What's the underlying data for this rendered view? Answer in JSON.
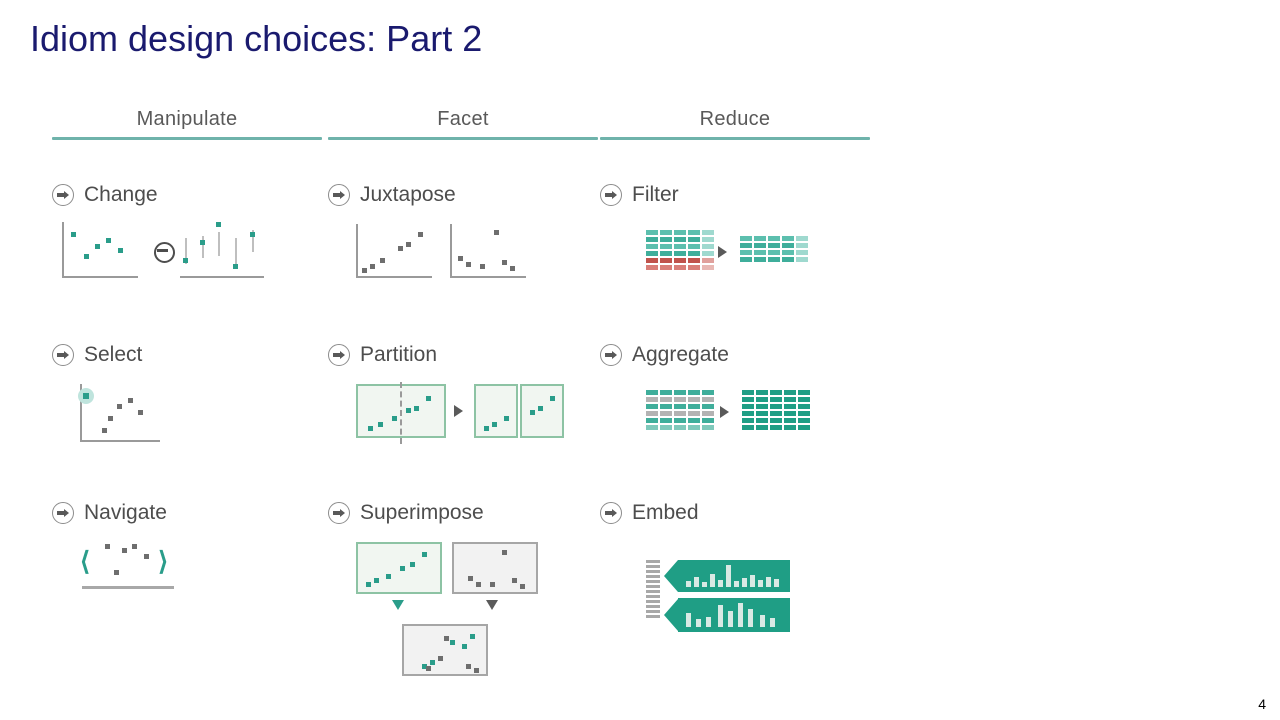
{
  "slide": {
    "title": "Idiom design choices: Part 2",
    "title_color": "#1a1a6e",
    "page_number": "4",
    "accent_teal": "#2a9d8a",
    "rule_color": "#6fb3ab",
    "alert_red": "#c0534c"
  },
  "columns": [
    {
      "header": "Manipulate",
      "items": [
        {
          "label": "Change",
          "figure": "scatter-to-dotplot"
        },
        {
          "label": "Select",
          "figure": "scatter-one-highlighted"
        },
        {
          "label": "Navigate",
          "figure": "chevrons-around-points"
        }
      ]
    },
    {
      "header": "Facet",
      "items": [
        {
          "label": "Juxtapose",
          "figure": "two-side-by-side-scatterplots"
        },
        {
          "label": "Partition",
          "figure": "split-panel-into-two-panels"
        },
        {
          "label": "Superimpose",
          "figure": "two-panels-merged-into-one"
        }
      ]
    },
    {
      "header": "Reduce",
      "items": [
        {
          "label": "Filter",
          "figure": "table-rows-removed"
        },
        {
          "label": "Aggregate",
          "figure": "table-rows-condensed"
        },
        {
          "label": "Embed",
          "figure": "focus-plus-context-bars"
        }
      ]
    }
  ],
  "bullet_icon": "circled-right-arrow-icon"
}
